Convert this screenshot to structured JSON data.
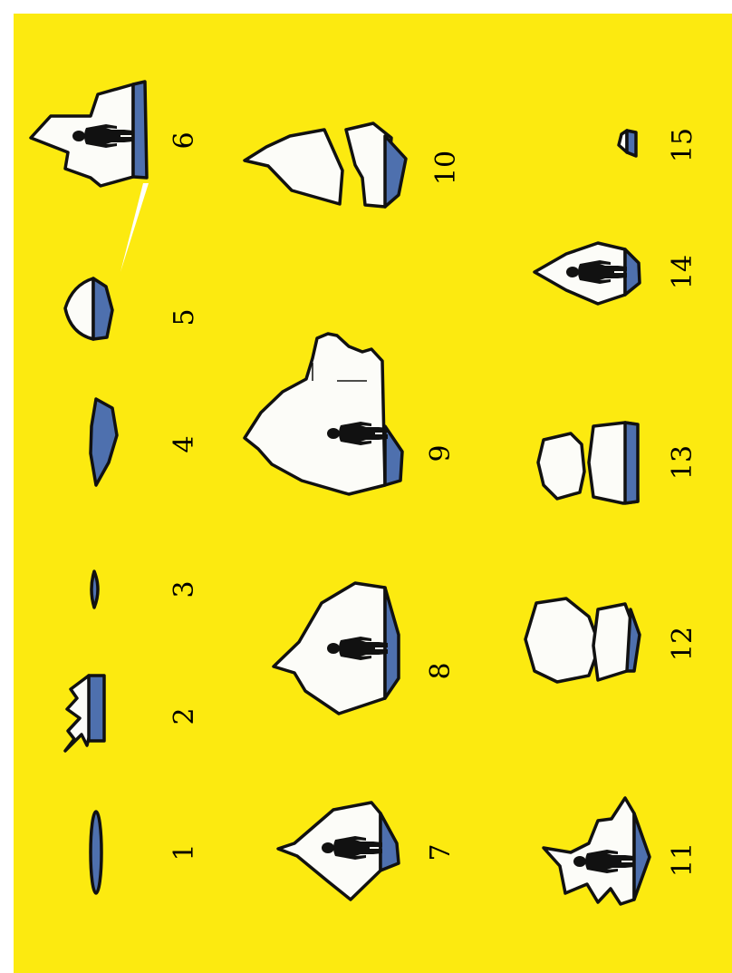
{
  "colors": {
    "background": "#fcea10",
    "ice": "#fcfcf8",
    "water": "#4e70ae",
    "outline": "#111111",
    "silhouette": "#111111"
  },
  "shapes": [
    {
      "label": "1",
      "has_person": false
    },
    {
      "label": "2",
      "has_person": false
    },
    {
      "label": "3",
      "has_person": false
    },
    {
      "label": "4",
      "has_person": false
    },
    {
      "label": "5",
      "has_person": false
    },
    {
      "label": "6",
      "has_person": true
    },
    {
      "label": "7",
      "has_person": true
    },
    {
      "label": "8",
      "has_person": true
    },
    {
      "label": "9",
      "has_person": true
    },
    {
      "label": "10",
      "has_person": false
    },
    {
      "label": "11",
      "has_person": true
    },
    {
      "label": "12",
      "has_person": false
    },
    {
      "label": "13",
      "has_person": false
    },
    {
      "label": "14",
      "has_person": true
    },
    {
      "label": "15",
      "has_person": false
    }
  ]
}
